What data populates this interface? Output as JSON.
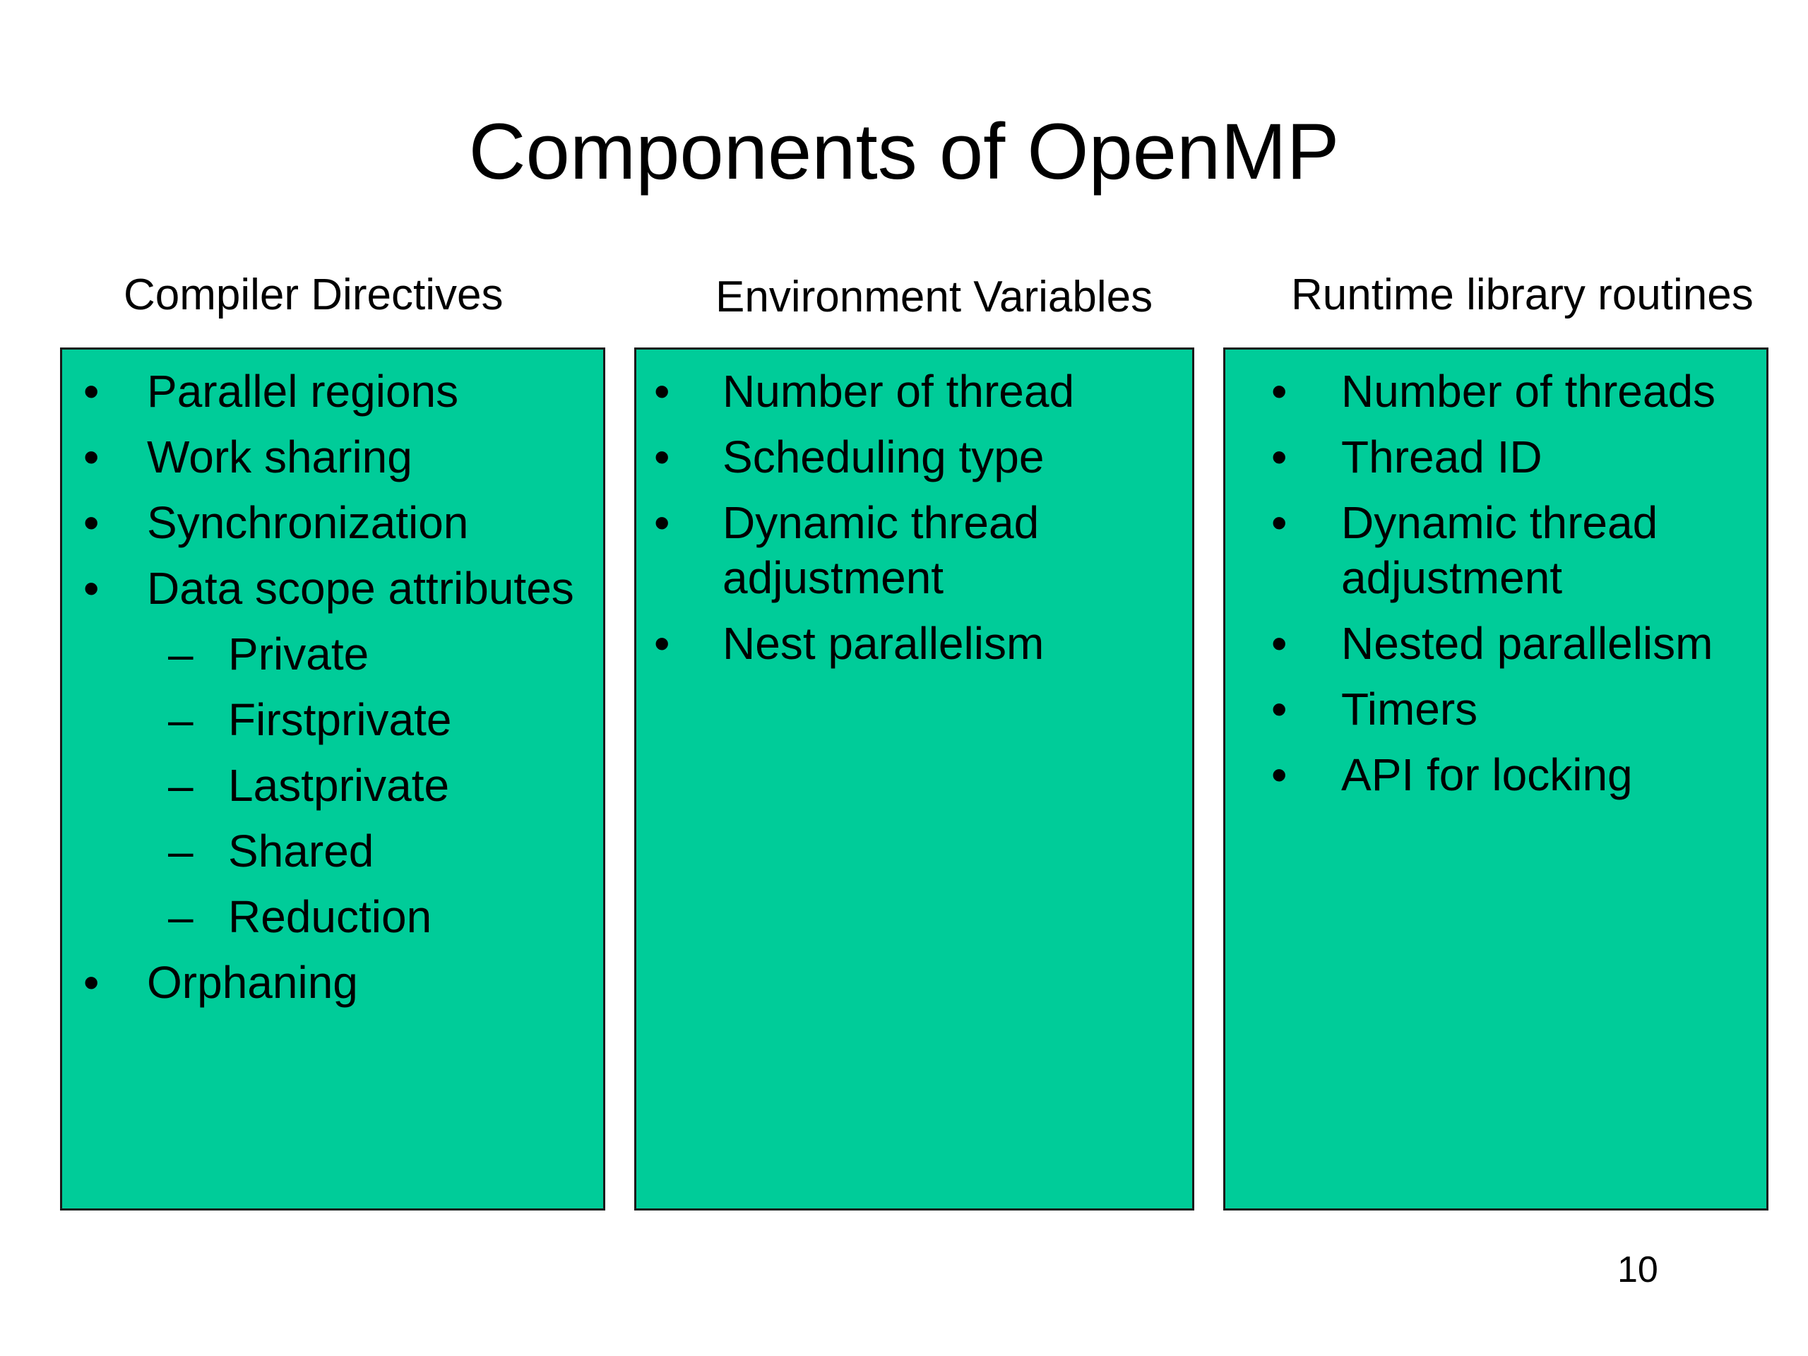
{
  "slide": {
    "title": "Components of OpenMP",
    "page_number": "10"
  },
  "columns": [
    {
      "heading": "Compiler Directives",
      "items": [
        {
          "marker": "•",
          "level": 1,
          "text": "Parallel regions"
        },
        {
          "marker": "•",
          "level": 1,
          "text": "Work sharing"
        },
        {
          "marker": "•",
          "level": 1,
          "text": "Synchronization"
        },
        {
          "marker": "•",
          "level": 1,
          "text": "Data scope attributes"
        },
        {
          "marker": "–",
          "level": 2,
          "text": "Private"
        },
        {
          "marker": "–",
          "level": 2,
          "text": "Firstprivate"
        },
        {
          "marker": "–",
          "level": 2,
          "text": "Lastprivate"
        },
        {
          "marker": "–",
          "level": 2,
          "text": "Shared"
        },
        {
          "marker": "–",
          "level": 2,
          "text": "Reduction"
        },
        {
          "marker": "•",
          "level": 1,
          "text": "Orphaning"
        }
      ]
    },
    {
      "heading": "Environment Variables",
      "items": [
        {
          "marker": "•",
          "level": 1,
          "text": "Number of thread"
        },
        {
          "marker": "•",
          "level": 1,
          "text": "Scheduling type"
        },
        {
          "marker": "•",
          "level": 1,
          "text": "Dynamic thread adjustment"
        },
        {
          "marker": "•",
          "level": 1,
          "text": "Nest parallelism"
        }
      ]
    },
    {
      "heading": "Runtime library routines",
      "items": [
        {
          "marker": "•",
          "level": 1,
          "text": "Number of threads"
        },
        {
          "marker": "•",
          "level": 1,
          "text": "Thread ID"
        },
        {
          "marker": "•",
          "level": 1,
          "text": "Dynamic thread adjustment"
        },
        {
          "marker": "•",
          "level": 1,
          "text": "Nested parallelism"
        },
        {
          "marker": "•",
          "level": 1,
          "text": "Timers"
        },
        {
          "marker": "•",
          "level": 1,
          "text": "API for locking"
        }
      ]
    }
  ]
}
